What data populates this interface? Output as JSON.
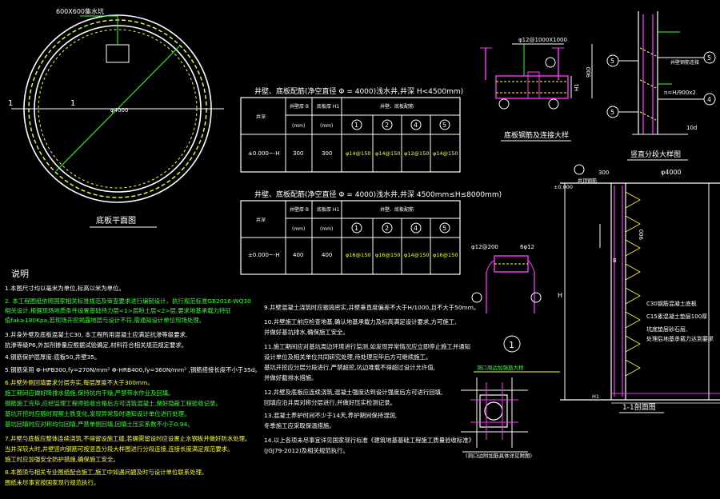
{
  "colors": {
    "background": "#000000",
    "yellow": "#ffff33",
    "green": "#33ff33",
    "magenta": "#ff33ff",
    "white": "#ffffff",
    "cyan": "#33ffff",
    "red": "#ff3333"
  },
  "plan": {
    "tag": "600X600集水坑",
    "diameter": "φ4000",
    "section_mark": "1",
    "caption": "底板平面图"
  },
  "table1": {
    "title": "井壁、底板配筋(净空直径 Φ = 4000)浅水井,井深 H<4500mm)",
    "col_headers": [
      "井深",
      "井壁厚 B",
      "底板厚 H1",
      "井壁、底板配筋"
    ],
    "units": [
      "(mm)",
      "(mm)"
    ],
    "circle_labels": [
      "1",
      "2",
      "4",
      "5"
    ],
    "row": {
      "depth": "±0.000~-H",
      "b": "300",
      "h1": "300",
      "bars": [
        "φ14@150",
        "φ14@150",
        "φ12@150",
        "φ14@150"
      ]
    }
  },
  "table2": {
    "title": "井壁、底板配筋(净空直径 Φ = 4000)浅水井,井深 4500mm≤H≤8000mm)",
    "col_headers": [
      "井深",
      "井壁厚 B",
      "底板厚 H1",
      "井壁、底板配筋"
    ],
    "units": [
      "(mm)",
      "(mm)"
    ],
    "circle_labels": [
      "1",
      "2",
      "4",
      "5"
    ],
    "row": {
      "depth": "±0.000~-H",
      "b": "400",
      "h1": "400",
      "bars": [
        "φ16@150",
        "φ16@150",
        "φ14@150",
        "φ16@150"
      ]
    }
  },
  "detail_base": {
    "label_top": "φ12@1000X1000",
    "h1": "H1",
    "dim": "900",
    "caption": "底板钢筋及连接大样"
  },
  "detail_wall": {
    "callouts": [
      "5",
      "5",
      "5",
      "4"
    ],
    "label_right": "n=H/900x2",
    "label_right2": "井壁钢筋连接",
    "label_bottom": "10d",
    "caption": "竖直分段大样图"
  },
  "detail_ring": {
    "label_left": "φ12@200",
    "label_right": "6φ12",
    "mark": "1"
  },
  "section": {
    "top_dim": "300",
    "diameter": "φ4000",
    "level_label": "±0.000",
    "label_top": "井顶钢筋",
    "dim_900": "900",
    "b": "B",
    "h": "H",
    "h1": "H1",
    "note1": "C30钢筋混凝土底板",
    "note2": "C15素混凝土垫层100厚",
    "note3": "坑底垫层砂石层,",
    "note4": "处理后地基承载力达到要求",
    "caption": "1-1剖面图"
  },
  "detail_hole": {
    "label": "洞口周边加强筋大样",
    "caption": "(洞口边附加筋具体详见附图)"
  },
  "notes_title": "说明",
  "notes_left": [
    "1.本图尺寸均以毫米为单位,标高以米为单位。",
    "2.  本工程图纸依照国家相关标准规范及审查要求进行编制设计，执行规范标准GB2016-WQ30",
    "    相关设计,根据现场地质条件设置基础持力层<1>层粉土层<2>层,要求地基承载力特征",
    "    值fak≥180Kpa,若现场开挖揭露地层与设计不符,需通知设计单位现场处理。",
    "3.井身外壁及底板混凝土C30,          本工程所用混凝土应满足抗渗等级要求,",
    "   抗渗等级P6,外加剂掺量应根据试验确定,材料符合相关规范规定要求。",
    "4.钢筋保护层厚度:底板50,井壁35。",
    "5.钢筋采用     Φ-HPB300,fy=270N/mm²       Φ-HRB400,fy=360N/mm²    ,钢筋搭接长度不小于35d。",
    "6.井壁外侧回填要求分层夯实,每层厚度不大于300mm。",
    "   施工期间应做好降排水措施,保持坑内干燥,严禁带水作业及回填。",
    "   钢筋施工完毕,应经监理工程师验收合格后方可浇筑混凝土,做好隐蔽工程验收记录。",
    "   基坑开挖时应随时观察土质变化,发现异常及时通知设计单位进行处理。",
    "   基坑回填时应对称均匀回填,严禁单侧回填,回填土压实系数不小于0.94。",
    "7.井壁与底板应整体连续浇筑,不得留设施工缝,若确需留设时应设置止水钢板并做好防水处理。",
    "  当井深较大时,井壁竖向钢筋可按竖直分段大样图进行分段连接,连接长度满足规范要求。",
    "  施工时应加强安全防护措施,确保施工安全。",
    "8.本图须与相关专业图纸配合施工,施工中如遇问题及时与设计单位联系处理。",
    "  图纸未尽事宜按国家现行规范执行。"
  ],
  "notes_right": [
    "9.井壁混凝土浇筑时应振捣密实,井壁垂直度偏差不大于H/1000,且不大于50mm。",
    "10.井壁施工前应检查地基,确认地基承载力及标高满足设计要求,方可施工,",
    "    并做好基坑排水,确保施工安全。",
    "11.施工期间应对基坑周边环境进行监测,如发现异常情况应立即停止施工并通知",
    "    设计单位及相关单位共同研究处理,待处理完毕后方可继续施工。",
    "    基坑开挖应分层分段进行,严禁超挖,坑边堆载不得超过设计允许值,",
    "    并做好截排水措施。",
    "12.井壁及底板应连续浇筑,混凝土强度达到设计强度后方可进行回填,",
    "    回填应沿井周对称分层进行,并做好压实检测记录。",
    "13.混凝土养护时间不少于14天,养护期间保持湿润,",
    "    冬季施工应采取保温措施。",
    "14.以上各项未尽事宜详见国家现行标准《建筑地基基础工程施工质量验收标准》",
    "    (JGJ79-2012)及相关规范执行。"
  ]
}
